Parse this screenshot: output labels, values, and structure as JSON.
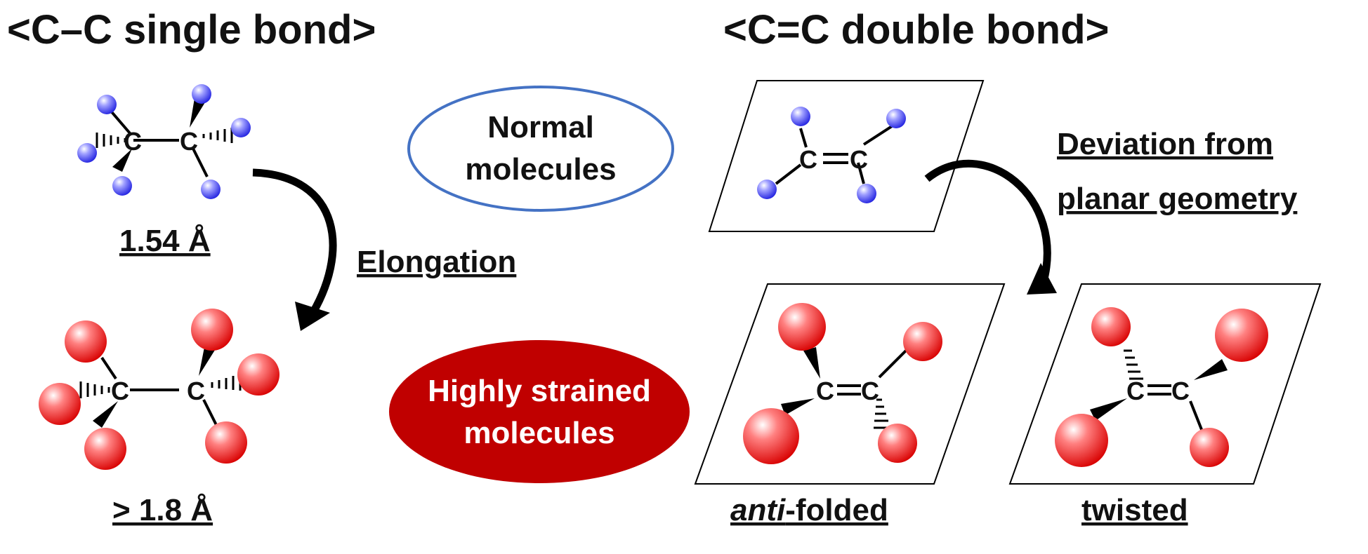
{
  "headers": {
    "single_bond": "<C–C single bond>",
    "double_bond": "<C=C double bond>"
  },
  "single_bond_panel": {
    "normal_length": "1.54 Å",
    "strained_length": "> 1.8 Å",
    "arrow_label": "Elongation"
  },
  "legend": {
    "normal_line1": "Normal",
    "normal_line2": "molecules",
    "strained_line1": "Highly strained",
    "strained_line2": "molecules",
    "normal_color": "#4472c4",
    "strained_color": "#c00000"
  },
  "double_bond_panel": {
    "deviation_line1": "Deviation from",
    "deviation_line2": "planar geometry",
    "anti_prefix": "anti",
    "anti_suffix": "-folded",
    "twisted": "twisted"
  },
  "atom_symbol": "C",
  "colors": {
    "normal_atom": "#4a4aff",
    "strained_atom": "#e00000"
  }
}
